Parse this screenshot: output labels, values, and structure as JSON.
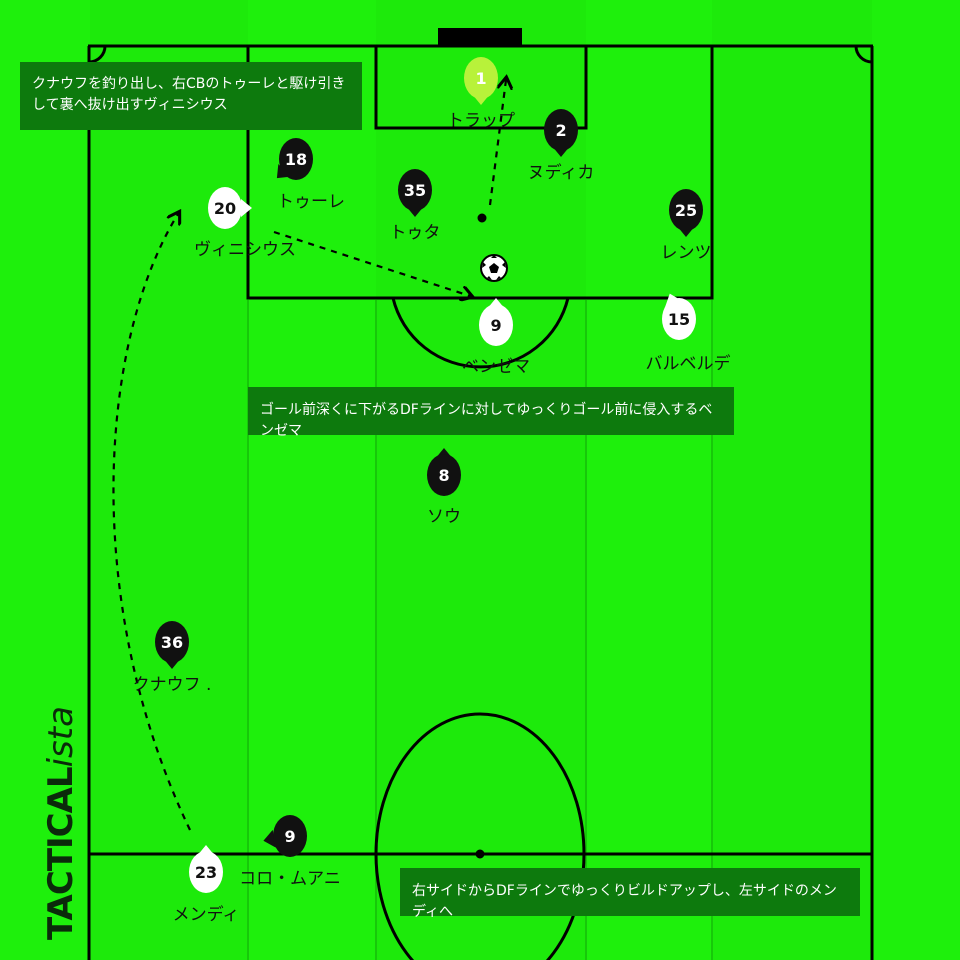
{
  "colors": {
    "grass": "#1ef00c",
    "stripe": "#19e009",
    "lines": "#000000",
    "callout_bg": "#0d7a0d",
    "team_black": "#111111",
    "team_white": "#ffffff",
    "goalkeeper": "#b8f23a"
  },
  "callouts": {
    "top_left": "クナウフを釣り出し、右CBのトゥーレと駆け引きして裏へ抜け出すヴィニシウス",
    "middle": "ゴール前深くに下がるDFラインに対してゆっくりゴール前に侵入するベンゼマ",
    "bottom": "右サイドからDFラインでゆっくりビルドアップし、左サイドのメンディへ"
  },
  "brand": {
    "part1": "TACTICAL",
    "part2": "ista"
  },
  "players": [
    {
      "id": "gk-1",
      "number": "1",
      "name": "トラップ",
      "team": "gk"
    },
    {
      "id": "def-2",
      "number": "2",
      "name": "ヌディカ",
      "team": "black"
    },
    {
      "id": "def-18",
      "number": "18",
      "name": "トゥーレ",
      "team": "black"
    },
    {
      "id": "def-35",
      "number": "35",
      "name": "トゥタ",
      "team": "black"
    },
    {
      "id": "def-25",
      "number": "25",
      "name": "レンツ",
      "team": "black"
    },
    {
      "id": "mid-8",
      "number": "8",
      "name": "ソウ",
      "team": "black"
    },
    {
      "id": "mid-36",
      "number": "36",
      "name": "クナウフ .",
      "team": "black"
    },
    {
      "id": "mid-9b",
      "number": "9",
      "name": "コロ・ムアニ",
      "team": "black"
    },
    {
      "id": "att-20",
      "number": "20",
      "name": "ヴィニシウス",
      "team": "white"
    },
    {
      "id": "att-9",
      "number": "9",
      "name": "ベンゼマ",
      "team": "white"
    },
    {
      "id": "att-15",
      "number": "15",
      "name": "バルベルデ",
      "team": "white"
    },
    {
      "id": "att-23",
      "number": "23",
      "name": "メンディ",
      "team": "white"
    }
  ]
}
